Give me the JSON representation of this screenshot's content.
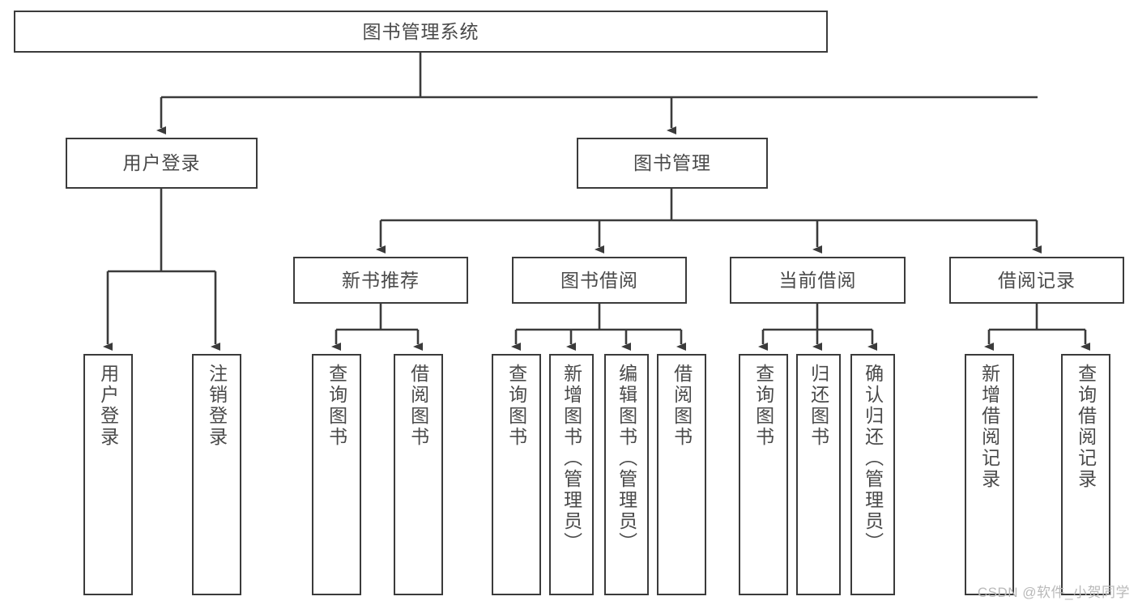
{
  "diagram": {
    "title": "图书管理系统",
    "type": "function-structure-tree",
    "root": {
      "label": "图书管理系统"
    },
    "level2": [
      {
        "label": "用户登录"
      },
      {
        "label": "图书管理"
      }
    ],
    "level3": [
      {
        "label": "新书推荐"
      },
      {
        "label": "图书借阅"
      },
      {
        "label": "当前借阅"
      },
      {
        "label": "借阅记录"
      }
    ],
    "leaves": [
      {
        "label": "用户登录",
        "parent": "用户登录"
      },
      {
        "label": "注销登录",
        "parent": "用户登录"
      },
      {
        "label": "查询图书",
        "parent": "新书推荐"
      },
      {
        "label": "借阅图书",
        "parent": "新书推荐"
      },
      {
        "label": "查询图书",
        "parent": "图书借阅"
      },
      {
        "label": "新增图书（管理员）",
        "parent": "图书借阅"
      },
      {
        "label": "编辑图书（管理员）",
        "parent": "图书借阅"
      },
      {
        "label": "借阅图书",
        "parent": "图书借阅"
      },
      {
        "label": "查询图书",
        "parent": "当前借阅"
      },
      {
        "label": "归还图书",
        "parent": "当前借阅"
      },
      {
        "label": "确认归还（管理员）",
        "parent": "当前借阅"
      },
      {
        "label": "新增借阅记录",
        "parent": "借阅记录"
      },
      {
        "label": "查询借阅记录",
        "parent": "借阅记录"
      }
    ]
  },
  "watermark": {
    "text": "CSDN @软件_小贺同学"
  },
  "colors": {
    "box_border": "#3b3b3b",
    "box_fill": "#ffffff",
    "text": "#4a4a4a",
    "connector": "#3b3b3b",
    "watermark": "#b9b9b9"
  }
}
